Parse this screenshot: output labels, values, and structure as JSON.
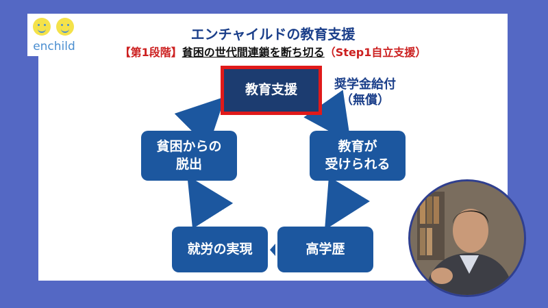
{
  "logo": {
    "brand_text": "enchild"
  },
  "title": "エンチャイルドの教育支援",
  "subtitle": {
    "bracket": "【第1段階】",
    "main": "貧困の世代間連鎖を断ち切る",
    "paren": "（Step1自立支援）"
  },
  "cycle": {
    "top": "教育支援",
    "right_line1": "教育が",
    "right_line2": "受けられる",
    "bottom_right": "高学歴",
    "bottom_left": "就労の実現",
    "left_line1": "貧困からの",
    "left_line2": "脱出"
  },
  "note": {
    "line1": "奨学金給付",
    "line2": "（無償）"
  },
  "colors": {
    "background": "#5468c4",
    "box": "#1c579f",
    "top_box_border": "#e01a1a",
    "title": "#1b3f8a",
    "subtitle_accent": "#cc2020"
  }
}
